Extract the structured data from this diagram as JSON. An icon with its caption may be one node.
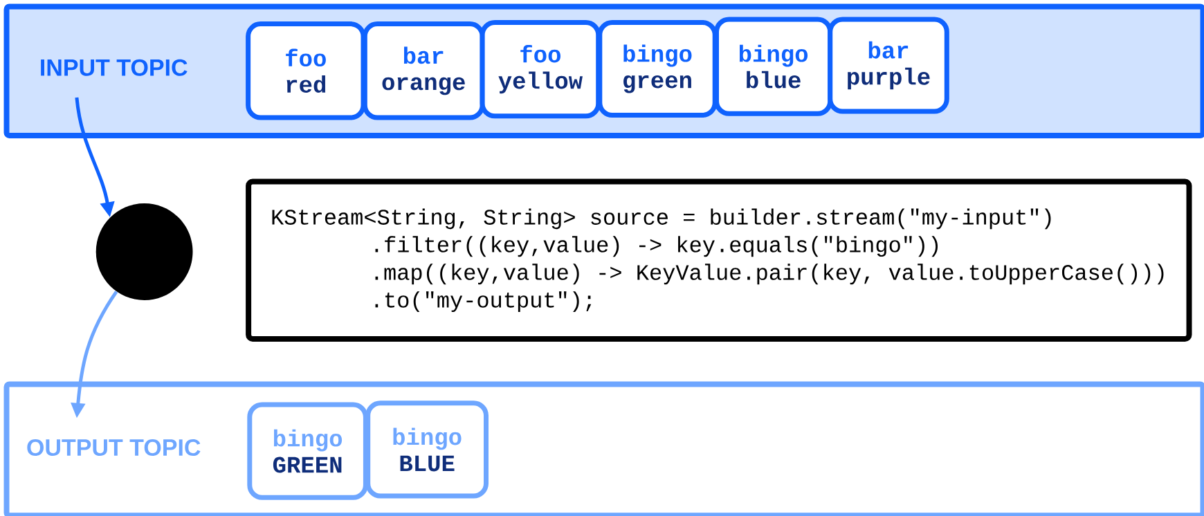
{
  "diagram": {
    "nodes": [
      {
        "text": [
          "INPUT TOPIC"
        ]
      },
      {
        "text": [
          "foo",
          "red"
        ],
        "in": 0
      },
      {
        "text": [
          "bar",
          "orange"
        ],
        "in": 0
      },
      {
        "text": [
          "foo",
          "yellow"
        ],
        "in": 0
      },
      {
        "text": [
          "bingo",
          "green"
        ],
        "in": 0
      },
      {
        "text": [
          "bingo",
          "blue"
        ],
        "in": 0
      },
      {
        "text": [
          "bar",
          "purple"
        ],
        "in": 0
      },
      {
        "text": [],
        "shape": "circle"
      },
      {
        "text": [
          "KStream<String, String> source = builder.stream(\"my-input\")",
          ".filter((key,value) -> key.equals(\"bingo\"))",
          ".map((key,value) -> KeyValue.pair(key, value.toUpperCase()))",
          ".to(\"my-output\");"
        ]
      },
      {
        "text": [
          "OUTPUT TOPIC"
        ]
      },
      {
        "text": [
          "bingo",
          "GREEN"
        ],
        "in": 9
      },
      {
        "text": [
          "bingo",
          "BLUE"
        ],
        "in": 9
      }
    ],
    "edges": [
      {
        "from": 0,
        "to": 7,
        "arrow": "to",
        "color": "#0f62fe"
      },
      {
        "from": 7,
        "to": 9,
        "arrow": "to",
        "color": "#6ea6ff"
      }
    ]
  }
}
